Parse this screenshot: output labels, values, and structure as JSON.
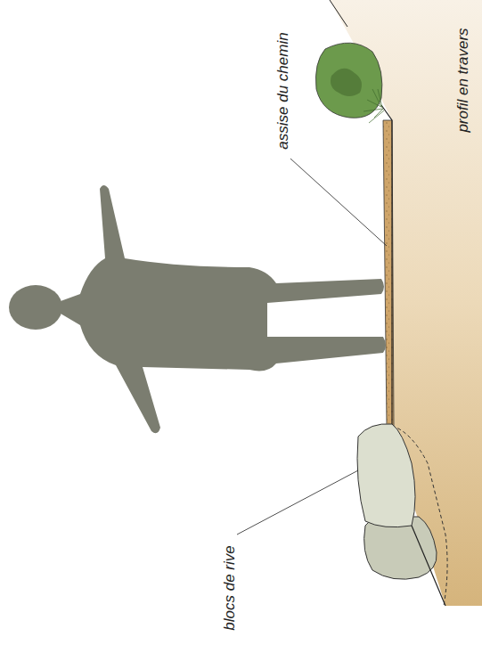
{
  "diagram": {
    "labels": [
      "assise du chemin",
      "profil en travers",
      "blocs de rive"
    ]
  }
}
